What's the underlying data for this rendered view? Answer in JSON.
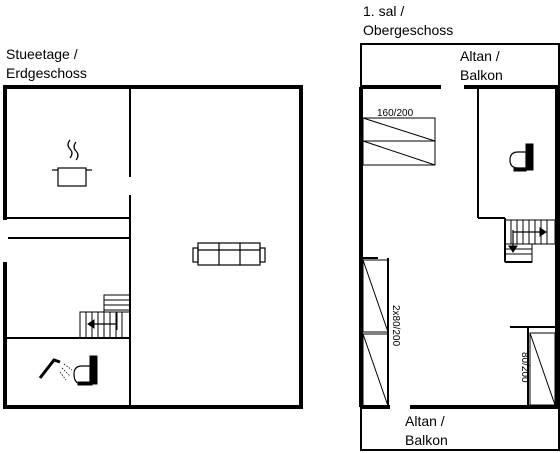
{
  "ground_floor": {
    "title_line1": "Stueetage /",
    "title_line2": "Erdgeschoss"
  },
  "upper_floor": {
    "title_line1": "1. sal /",
    "title_line2": "Obergeschoss",
    "balcony_top_line1": "Altan /",
    "balcony_top_line2": "Balkon",
    "balcony_bottom_line1": "Altan /",
    "balcony_bottom_line2": "Balkon",
    "bed_double": "160/200",
    "bed_twin": "2x80/200",
    "bed_single": "80/200"
  },
  "icons": [
    "cooking-pot-icon",
    "sofa-icon",
    "staircase-icon",
    "shower-icon",
    "toilet-icon"
  ]
}
